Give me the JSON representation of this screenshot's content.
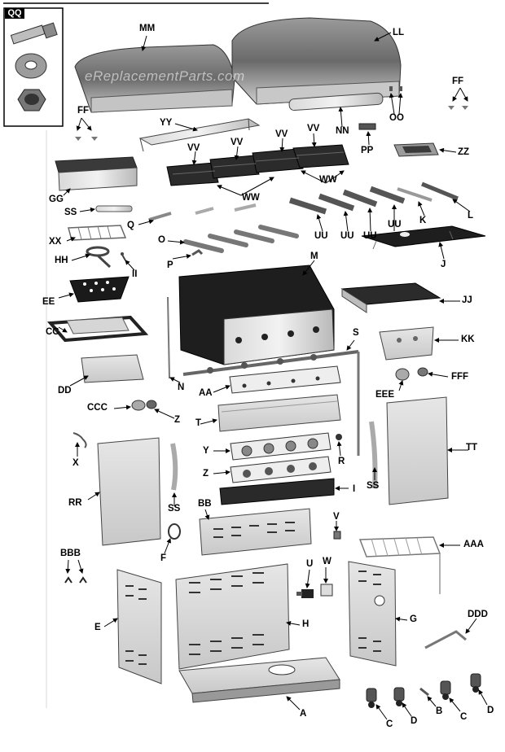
{
  "inset": {
    "title": "QQ"
  },
  "watermark": "eReplacementParts.com",
  "labels": {
    "MM": "MM",
    "LL": "LL",
    "FF": "FF",
    "YY": "YY",
    "VV": "VV",
    "NN": "NN",
    "OO": "OO",
    "PP": "PP",
    "ZZ": "ZZ",
    "GG": "GG",
    "WW": "WW",
    "SS": "SS",
    "Q": "Q",
    "UU": "UU",
    "K": "K",
    "L": "L",
    "XX": "XX",
    "O": "O",
    "HH": "HH",
    "II": "II",
    "P": "P",
    "J": "J",
    "M": "M",
    "EE": "EE",
    "JJ": "JJ",
    "CC": "CC",
    "S": "S",
    "KK": "KK",
    "DD": "DD",
    "N": "N",
    "FFF": "FFF",
    "AA": "AA",
    "EEE": "EEE",
    "CCC": "CCC",
    "Z": "Z",
    "T": "T",
    "X": "X",
    "TT": "TT",
    "Y": "Y",
    "R": "R",
    "RR": "RR",
    "I": "I",
    "BB": "BB",
    "V": "V",
    "AAA": "AAA",
    "F": "F",
    "BBB": "BBB",
    "U": "U",
    "W": "W",
    "DDD": "DDD",
    "E": "E",
    "H": "H",
    "G": "G",
    "A": "A",
    "C": "C",
    "D": "D",
    "B": "B"
  },
  "colors": {
    "ink": "#000000",
    "steel": "#b9b9b9",
    "dark": "#2a2a2a"
  }
}
